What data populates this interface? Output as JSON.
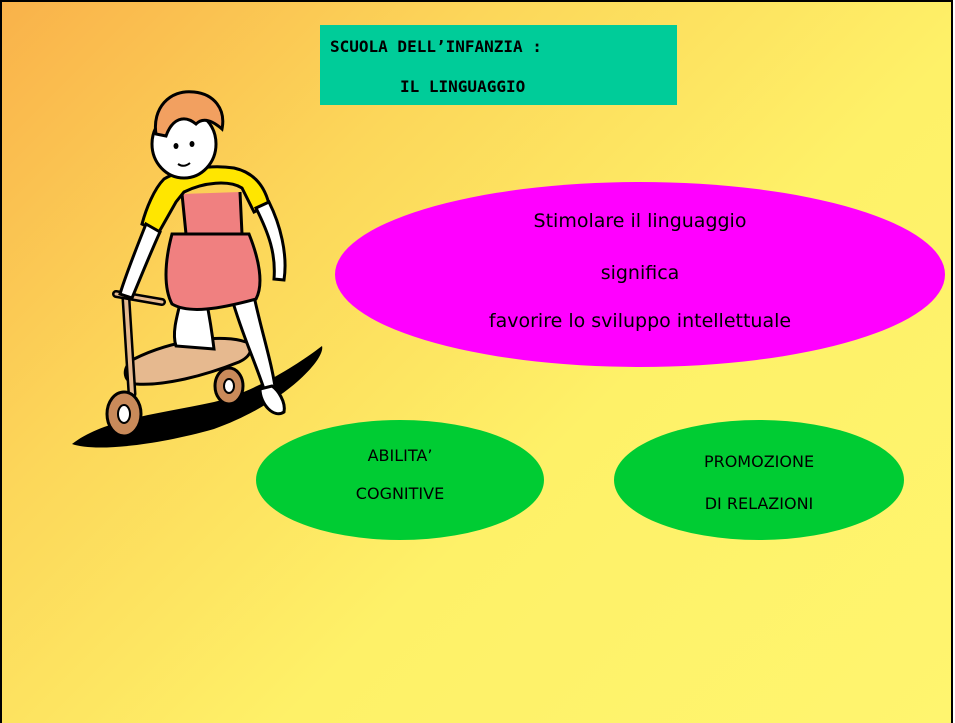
{
  "title": {
    "line1": "SCUOLA DELL’INFANZIA :",
    "line2": "IL LINGUAGGIO"
  },
  "main_ellipse": {
    "line1": "Stimolare il linguaggio",
    "line2": "significa",
    "line3": "favorire lo sviluppo intellettuale"
  },
  "left_ellipse": {
    "line1": "ABILITA’",
    "line2": "COGNITIVE"
  },
  "right_ellipse": {
    "line1": "PROMOZIONE",
    "line2": "DI RELAZIONI"
  },
  "colors": {
    "title_bg": "#00cc99",
    "main_ellipse": "#ff00ff",
    "green_ellipses": "#00cc33",
    "background_gradient": [
      "#f9b24a",
      "#fff56f"
    ]
  },
  "clipart": "child-on-scooter"
}
